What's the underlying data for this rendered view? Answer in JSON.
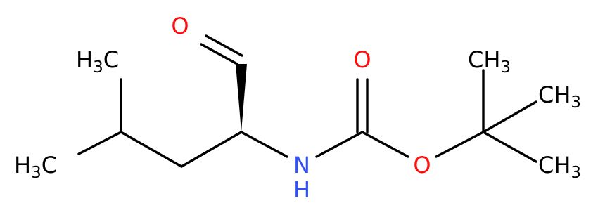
{
  "colors": {
    "carbon": "#000000",
    "oxygen": "#ff0d0d",
    "nitrogen": "#3050f8",
    "background": "#ffffff"
  },
  "atoms": {
    "aldehyde_oxygen": "O",
    "carbonyl_oxygen": "O",
    "ester_oxygen": "O",
    "amine_nitrogen": "N",
    "amine_hydrogen": "H",
    "methyl_left_top": {
      "element": "H",
      "count": "3",
      "carbon": "C"
    },
    "methyl_left_bottom": {
      "element": "H",
      "count": "3",
      "carbon": "C"
    },
    "methyl_tbu_top": {
      "carbon": "C",
      "element": "H",
      "count": "3"
    },
    "methyl_tbu_mid": {
      "carbon": "C",
      "element": "H",
      "count": "3"
    },
    "methyl_tbu_bottom": {
      "carbon": "C",
      "element": "H",
      "count": "3"
    }
  },
  "stereo": {
    "wedge_icon": "solid-wedge-bond"
  }
}
